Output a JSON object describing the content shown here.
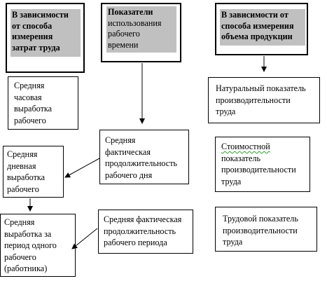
{
  "headers": {
    "left": [
      "В зависимости",
      "от способа",
      "измерения",
      "затрат труда"
    ],
    "middle": [
      "Показатели",
      "использования",
      "рабочего",
      "времени"
    ],
    "right": [
      "В зависимости от",
      "способа измерения",
      "объема продукции"
    ]
  },
  "boxes": {
    "hourly": [
      "Средняя",
      "часовая",
      "выработка",
      "рабочего"
    ],
    "daily": [
      "Средняя",
      "дневная",
      "выработка",
      "рабочего"
    ],
    "period_output": [
      "Средняя",
      "выработка за",
      "период одного",
      "рабочего",
      "(работника)"
    ],
    "actual_day": [
      "Средняя",
      "фактическая",
      "продолжительность",
      "рабочего дня"
    ],
    "actual_period": [
      "Средняя фактическая",
      "продолжительность",
      "рабочего периода"
    ],
    "natural": [
      "Натуральный показатель",
      "производительности",
      "труда"
    ],
    "value": [
      "Стоимостной",
      "показатель",
      "производительности",
      "труда"
    ],
    "labor": [
      "Трудовой показатель",
      "производительности",
      "труда"
    ]
  },
  "colors": {
    "header_fill": "#c0c0c0",
    "border": "#000000",
    "spellcheck_underline": "#2e9d2e"
  }
}
